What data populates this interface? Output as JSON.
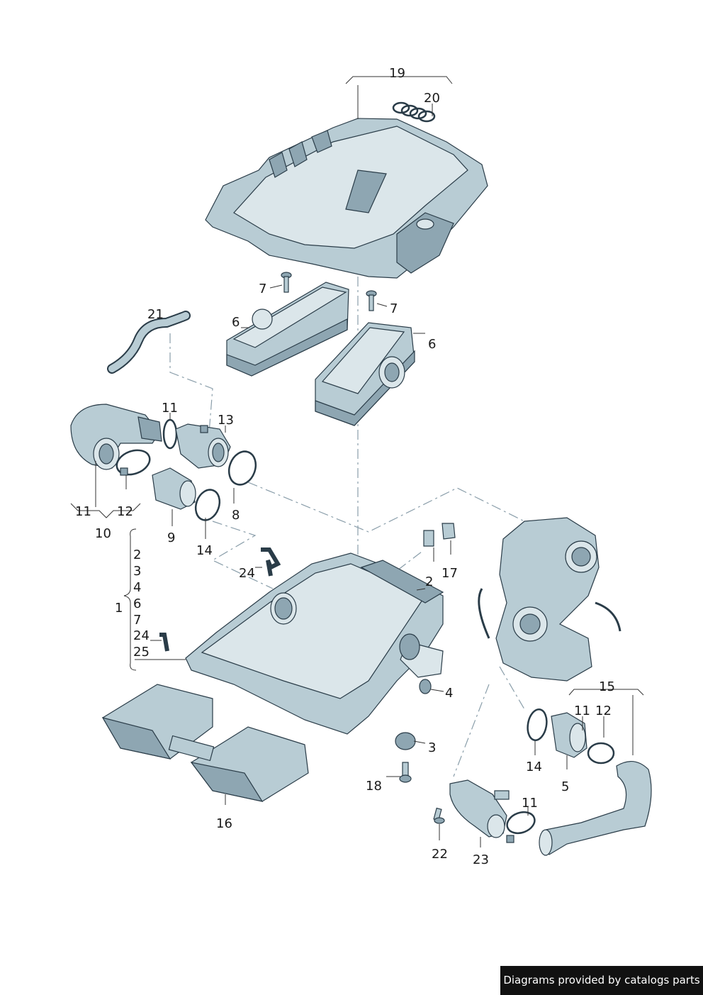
{
  "callouts": {
    "c19": "19",
    "c20": "20",
    "c7a": "7",
    "c7b": "7",
    "c6a": "6",
    "c6b": "6",
    "c21": "21",
    "c11a": "11",
    "c13": "13",
    "c11b": "11",
    "c12a": "12",
    "c10": "10",
    "c9": "9",
    "c8": "8",
    "c14a": "14",
    "c24a": "24",
    "c2a": "2",
    "c17": "17",
    "l1": "1",
    "l2": "2",
    "l3": "3",
    "l4": "4",
    "l6": "6",
    "l7": "7",
    "l24": "24",
    "l25": "25",
    "c4": "4",
    "c3": "3",
    "c18": "18",
    "c16": "16",
    "c15": "15",
    "c11c": "11",
    "c12b": "12",
    "c14b": "14",
    "c5": "5",
    "c11d": "11",
    "c22": "22",
    "c23": "23"
  },
  "credit": "Diagrams provided by catalogs parts",
  "colors": {
    "part_fill": "#b8ccd4",
    "outline": "#2a3c48",
    "centerline": "#8a9eaa"
  }
}
